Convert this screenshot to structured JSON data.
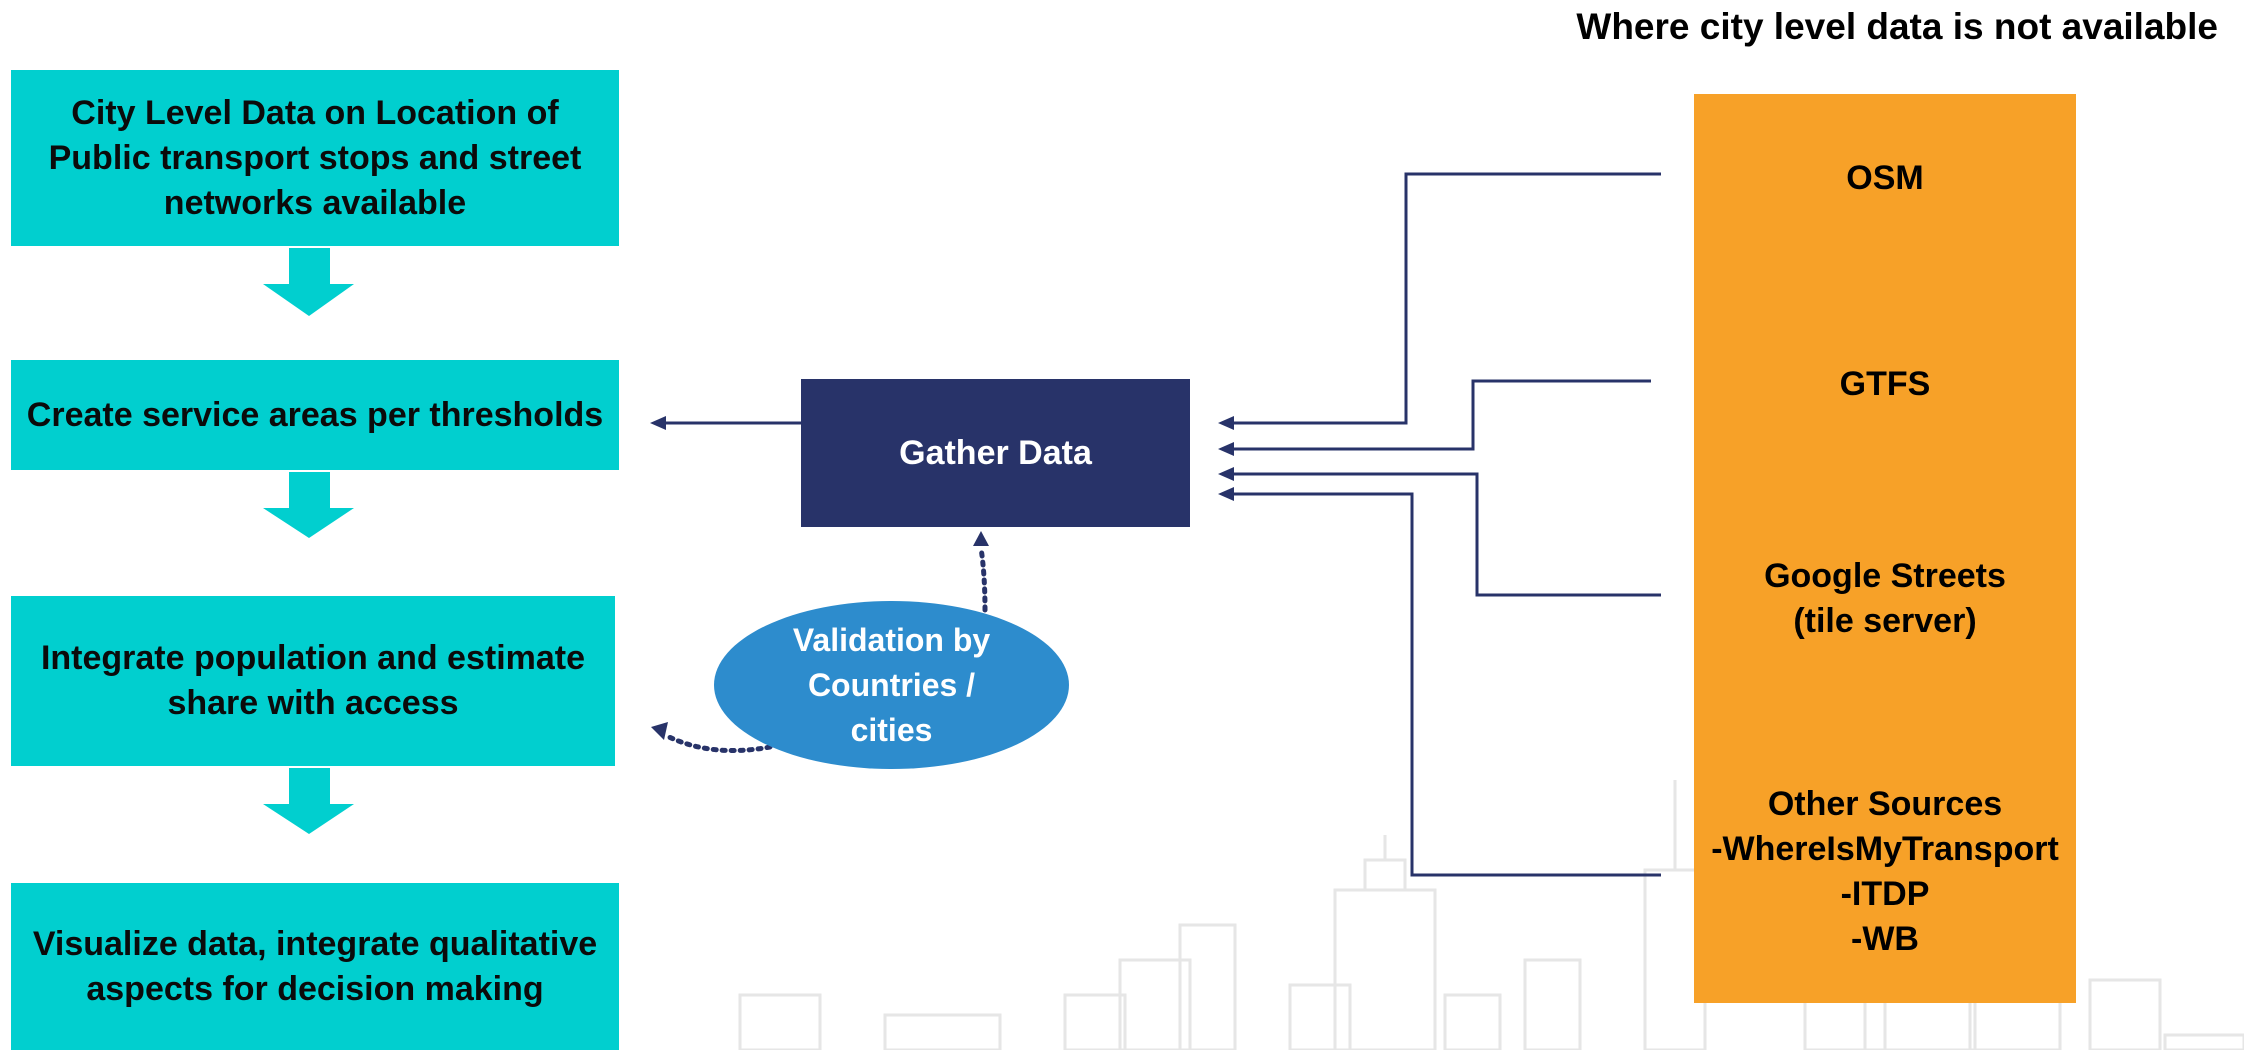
{
  "header": {
    "title": "Where city level data is not available"
  },
  "flow_steps": [
    {
      "label": "City Level Data on Location of\nPublic transport stops and street\nnetworks available"
    },
    {
      "label": "Create service areas per thresholds"
    },
    {
      "label": "Integrate population and estimate\nshare with access"
    },
    {
      "label": "Visualize data, integrate qualitative\naspects for decision making"
    }
  ],
  "gather": {
    "label": "Gather Data"
  },
  "validation": {
    "label": "Validation by\nCountries /\ncities"
  },
  "sources": [
    {
      "label": "OSM"
    },
    {
      "label": "GTFS"
    },
    {
      "label": "Google Streets\n(tile server)"
    },
    {
      "label": "Other Sources\n-WhereIsMyTransport\n-ITDP\n-WB"
    }
  ],
  "colors": {
    "teal": "#01cfcf",
    "navy": "#283369",
    "orange": "#f7a128",
    "validation_blue": "#2d8ccd",
    "connector": "#283369"
  }
}
